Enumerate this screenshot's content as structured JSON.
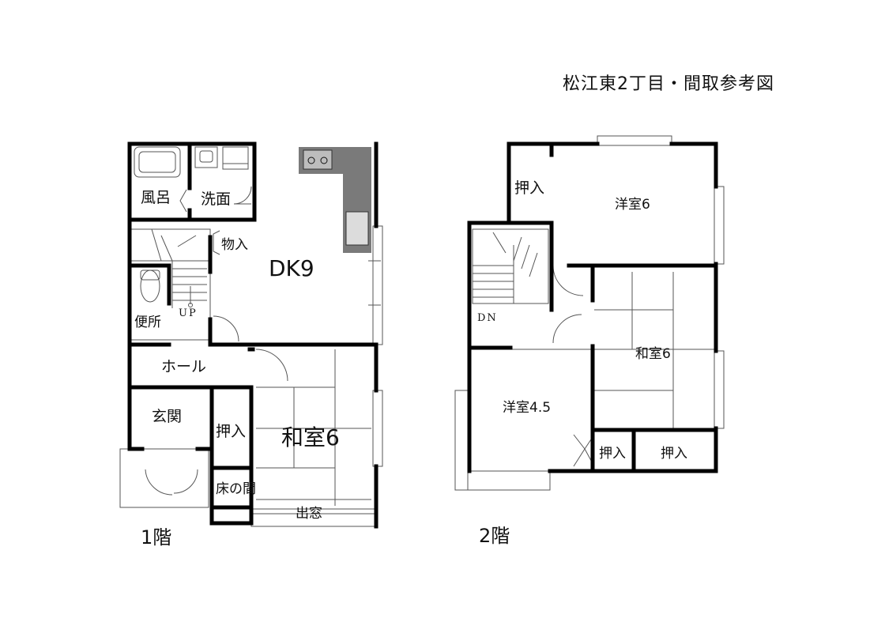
{
  "title": "松江東2丁目・間取参考図",
  "floors": [
    {
      "name": "1階",
      "labels": {
        "bath": "風呂",
        "wash": "洗面",
        "storage": "物入",
        "dk": "DK9",
        "up": "UP",
        "toilet": "便所",
        "hall": "ホール",
        "entrance": "玄関",
        "closet": "押入",
        "washitsu": "和室6",
        "tokonoma": "床の間",
        "bay_window": "出窓"
      }
    },
    {
      "name": "2階",
      "labels": {
        "closet_top": "押入",
        "youshitsu6": "洋室6",
        "dn": "DN",
        "washitsu6": "和室6",
        "youshitsu45": "洋室4.5",
        "closet_a": "押入",
        "closet_b": "押入"
      }
    }
  ],
  "colors": {
    "wall": "#000000",
    "counter": "#7a7a7a",
    "line": "#555555"
  }
}
